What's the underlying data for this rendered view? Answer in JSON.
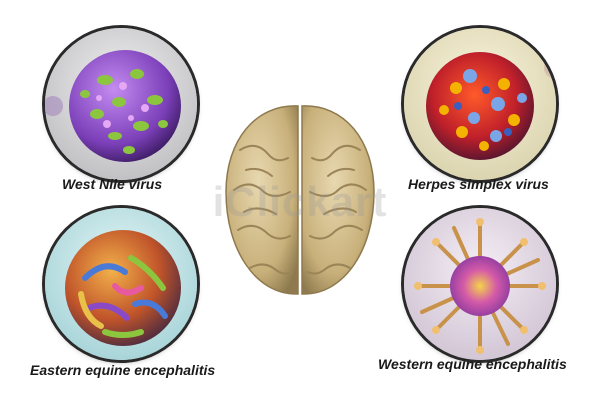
{
  "panels": {
    "top_left": {
      "label": "West Nile virus"
    },
    "top_right": {
      "label": "Herpes simplex virus"
    },
    "bottom_left": {
      "label": "Eastern equine encephalitis"
    },
    "bottom_right": {
      "label": "Western equine encephalitis"
    }
  },
  "watermark": {
    "text": "iClickart"
  }
}
